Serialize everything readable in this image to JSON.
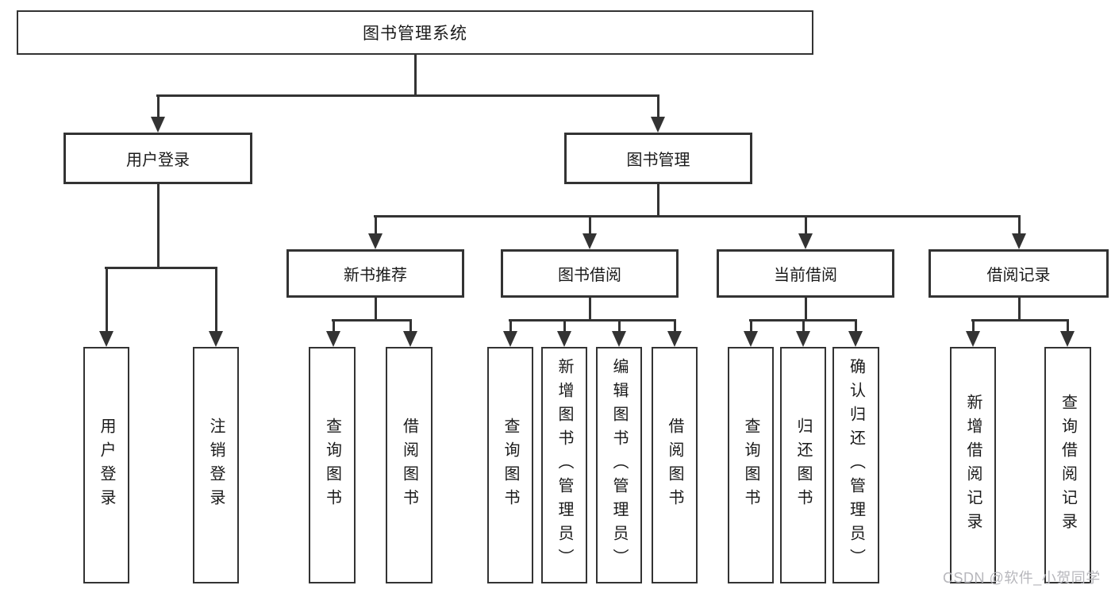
{
  "nodes": {
    "root": "图书管理系统",
    "branches": [
      "用户登录",
      "图书管理"
    ],
    "sections": [
      "新书推荐",
      "图书借阅",
      "当前借阅",
      "借阅记录"
    ],
    "leaves": [
      "用户登录",
      "注销登录",
      "查询图书",
      "借阅图书",
      "查询图书",
      "新增图书（管理员）",
      "编辑图书（管理员）",
      "借阅图书",
      "查询图书",
      "归还图书",
      "确认归还（管理员）",
      "新增借阅记录",
      "查询借阅记录"
    ]
  },
  "watermark": {
    "text": "CSDN @软件_小贺同学"
  },
  "colors": {
    "line": "#333333",
    "border": "#333333",
    "text": "#1a1a1a",
    "watermark": "#b7b7bc",
    "background": "#ffffff"
  }
}
